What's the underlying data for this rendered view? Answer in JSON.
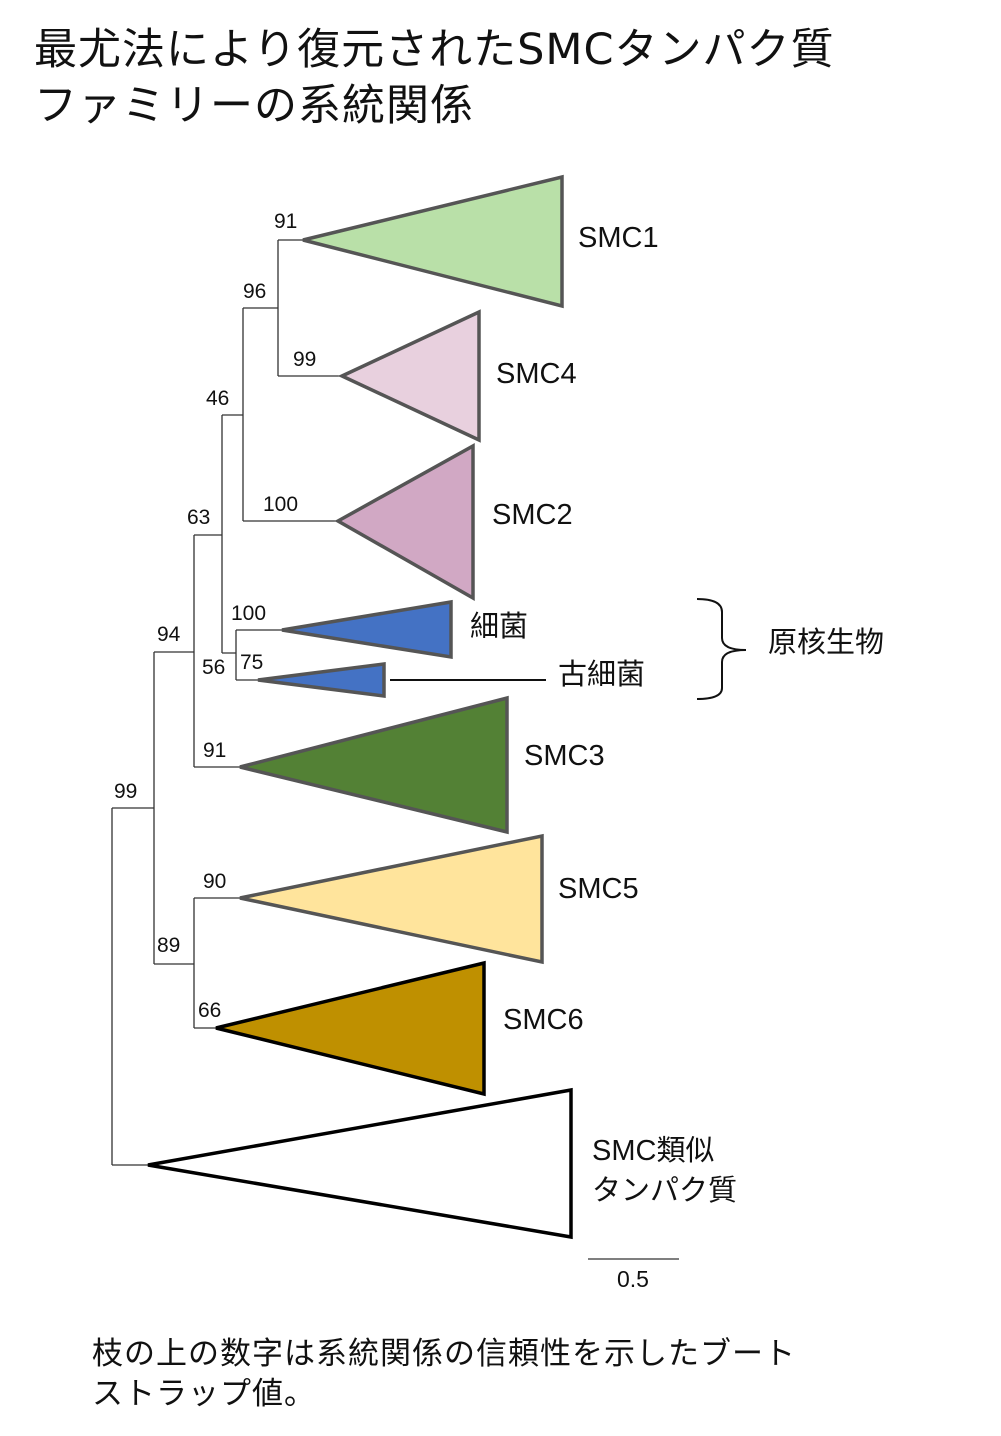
{
  "title": {
    "line1": "最尤法により復元されたSMCタンパク質",
    "line2": "ファミリーの系統関係"
  },
  "clades": {
    "smc1": {
      "label": "SMC1",
      "color": "#b9e0a8"
    },
    "smc4": {
      "label": "SMC4",
      "color": "#e8d0de"
    },
    "smc2": {
      "label": "SMC2",
      "color": "#d1a8c4"
    },
    "bacteria": {
      "label": "細菌",
      "color": "#4472c4"
    },
    "archaea": {
      "label": "古細菌",
      "color": "#4472c4"
    },
    "smc3": {
      "label": "SMC3",
      "color": "#538135"
    },
    "smc5": {
      "label": "SMC5",
      "color": "#ffe49c"
    },
    "smc6": {
      "label": "SMC6",
      "color": "#bf9000"
    },
    "smc_like": {
      "label_line1": "SMC類似",
      "label_line2": "タンパク質",
      "color": "#ffffff"
    }
  },
  "prokaryote_label": "原核生物",
  "bootstrap": {
    "b99_root": "99",
    "b94": "94",
    "b89": "89",
    "b90": "90",
    "b66": "66",
    "b63": "63",
    "b91_smc3": "91",
    "b46": "46",
    "b56": "56",
    "b100_bact": "100",
    "b75": "75",
    "b96": "96",
    "b100_smc2": "100",
    "b91_smc1": "91",
    "b99_smc4": "99"
  },
  "scale_bar": {
    "label": "0.5",
    "value": 0.5
  },
  "caption": {
    "line1": "枝の上の数字は系統関係の信頼性を示したブート",
    "line2": "ストラップ値。"
  }
}
